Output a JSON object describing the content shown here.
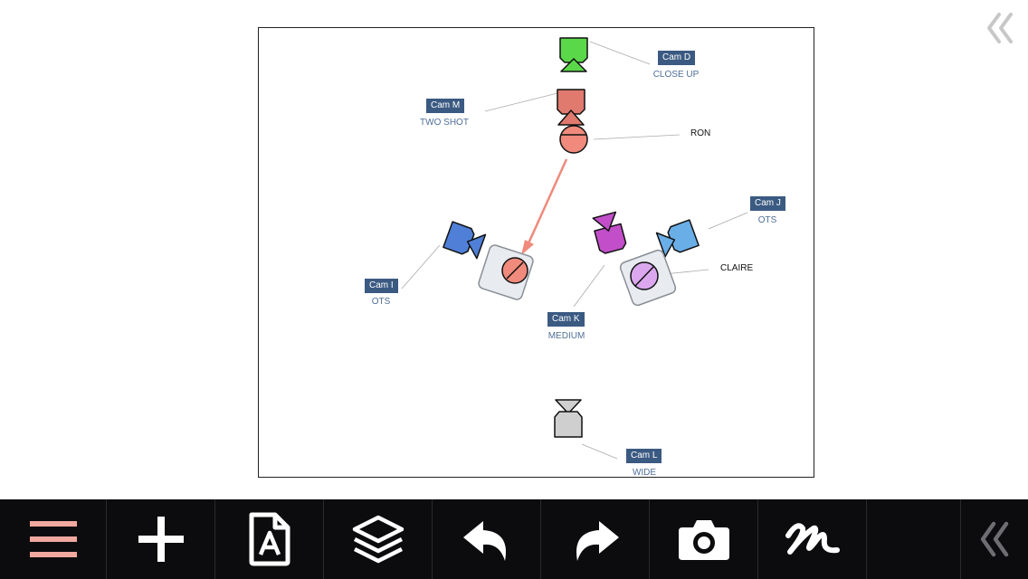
{
  "cameras": [
    {
      "id": "cam-d",
      "label": "Cam D",
      "shot": "CLOSE UP"
    },
    {
      "id": "cam-m",
      "label": "Cam M",
      "shot": "TWO SHOT"
    },
    {
      "id": "cam-j",
      "label": "Cam J",
      "shot": "OTS"
    },
    {
      "id": "cam-i",
      "label": "Cam I",
      "shot": "OTS"
    },
    {
      "id": "cam-k",
      "label": "Cam K",
      "shot": "MEDIUM"
    },
    {
      "id": "cam-l",
      "label": "Cam L",
      "shot": "WIDE"
    }
  ],
  "actors": [
    {
      "id": "ron",
      "name": "RON"
    },
    {
      "id": "claire",
      "name": "CLAIRE"
    }
  ],
  "colors": {
    "toolbar_bg": "#0c0c0e",
    "menu_accent": "#f0a8a0",
    "tag_bg": "#3b5a82",
    "shot_text": "#4f6f98",
    "cam_d": "#5bd84a",
    "cam_m": "#e07a6e",
    "cam_blue": "#4f7fd6",
    "cam_j": "#6aaee8",
    "cam_k": "#c24fc9",
    "cam_l": "#cfcfcf",
    "ron": "#ef8a7c",
    "claire": "#dba8ef",
    "arrow": "#ef8a7c"
  },
  "toolbar": [
    {
      "id": "menu",
      "icon": "menu-icon"
    },
    {
      "id": "add",
      "icon": "plus-icon"
    },
    {
      "id": "text",
      "icon": "text-document-icon"
    },
    {
      "id": "layers",
      "icon": "layers-icon"
    },
    {
      "id": "undo",
      "icon": "undo-icon"
    },
    {
      "id": "redo",
      "icon": "redo-icon"
    },
    {
      "id": "camera",
      "icon": "camera-icon"
    },
    {
      "id": "draw",
      "icon": "squiggle-draw-icon"
    },
    {
      "id": "collapse",
      "icon": "double-chevron-left-icon"
    }
  ]
}
